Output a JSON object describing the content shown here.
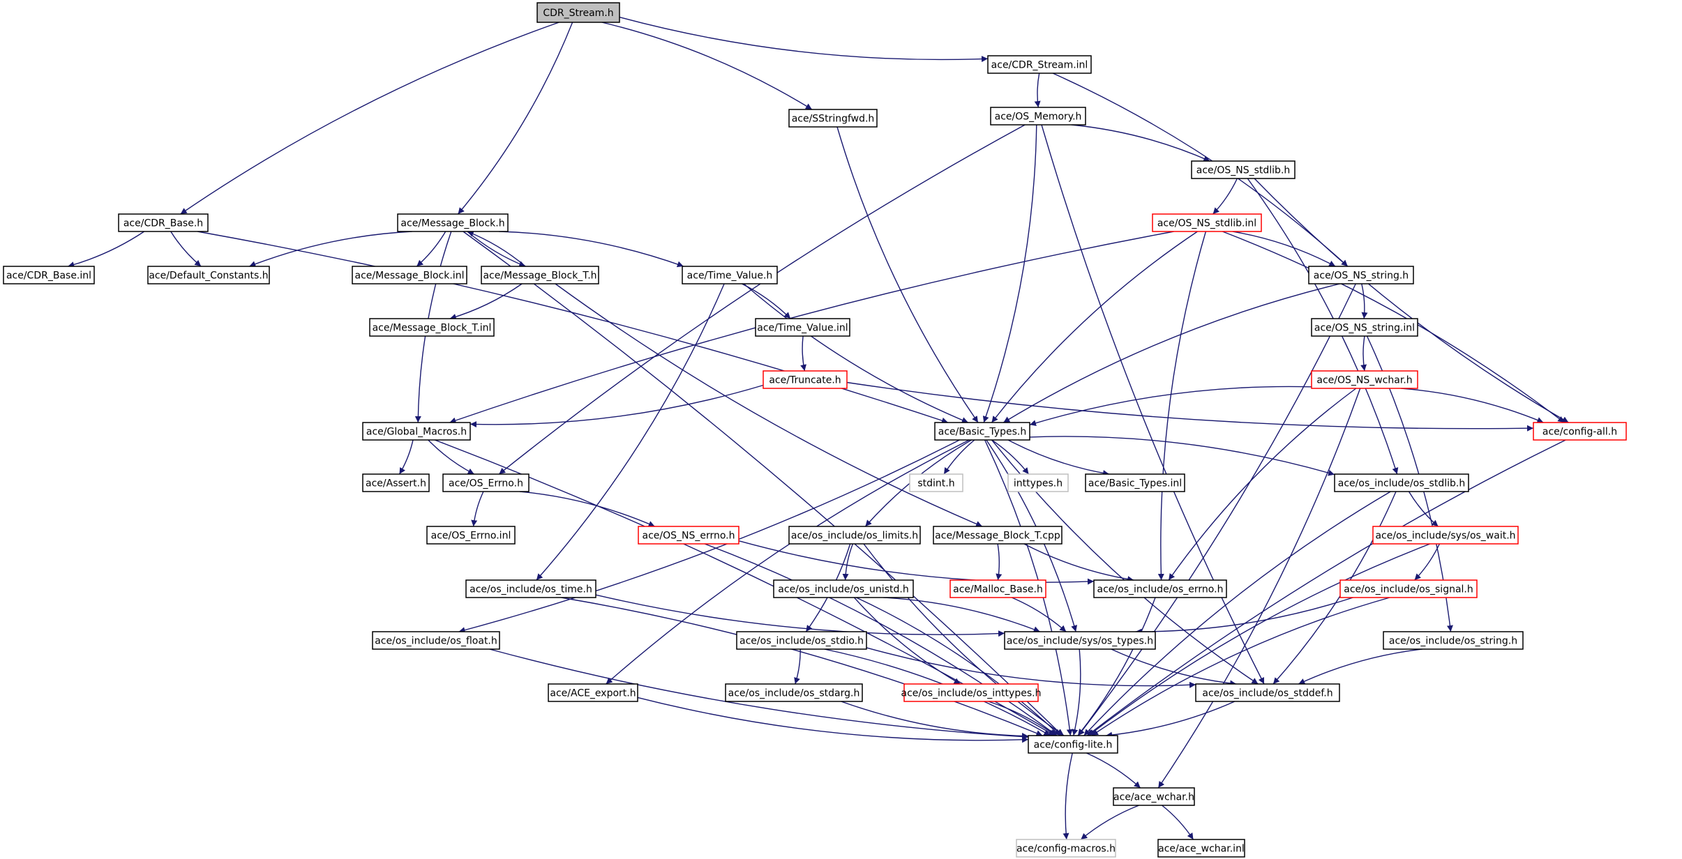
{
  "title": "CDR_Stream.h",
  "colors": {
    "edge": "#191970",
    "border_black": "#000000",
    "border_red": "#ff0000",
    "border_gray": "#bfbfbf",
    "root_fill": "#bfbfbf",
    "node_fill": "#ffffff"
  },
  "nodes": [
    {
      "id": "cdr_stream_h",
      "label": "CDR_Stream.h",
      "style": "root"
    },
    {
      "id": "cdr_stream_inl",
      "label": "ace/CDR_Stream.inl",
      "style": "black"
    },
    {
      "id": "sstringfwd_h",
      "label": "ace/SStringfwd.h",
      "style": "black"
    },
    {
      "id": "os_memory_h",
      "label": "ace/OS_Memory.h",
      "style": "black"
    },
    {
      "id": "os_ns_stdlib_h",
      "label": "ace/OS_NS_stdlib.h",
      "style": "black"
    },
    {
      "id": "cdr_base_h",
      "label": "ace/CDR_Base.h",
      "style": "black"
    },
    {
      "id": "message_block_h",
      "label": "ace/Message_Block.h",
      "style": "black"
    },
    {
      "id": "os_ns_stdlib_inl",
      "label": "ace/OS_NS_stdlib.inl",
      "style": "red"
    },
    {
      "id": "cdr_base_inl",
      "label": "ace/CDR_Base.inl",
      "style": "black"
    },
    {
      "id": "default_constants_h",
      "label": "ace/Default_Constants.h",
      "style": "black"
    },
    {
      "id": "message_block_inl",
      "label": "ace/Message_Block.inl",
      "style": "black"
    },
    {
      "id": "message_block_t_h",
      "label": "ace/Message_Block_T.h",
      "style": "black"
    },
    {
      "id": "time_value_h",
      "label": "ace/Time_Value.h",
      "style": "black"
    },
    {
      "id": "os_ns_string_h",
      "label": "ace/OS_NS_string.h",
      "style": "black"
    },
    {
      "id": "message_block_t_inl",
      "label": "ace/Message_Block_T.inl",
      "style": "black"
    },
    {
      "id": "time_value_inl",
      "label": "ace/Time_Value.inl",
      "style": "black"
    },
    {
      "id": "os_ns_string_inl",
      "label": "ace/OS_NS_string.inl",
      "style": "black"
    },
    {
      "id": "truncate_h",
      "label": "ace/Truncate.h",
      "style": "red"
    },
    {
      "id": "os_ns_wchar_h",
      "label": "ace/OS_NS_wchar.h",
      "style": "red"
    },
    {
      "id": "global_macros_h",
      "label": "ace/Global_Macros.h",
      "style": "black"
    },
    {
      "id": "basic_types_h",
      "label": "ace/Basic_Types.h",
      "style": "black"
    },
    {
      "id": "config_all_h",
      "label": "ace/config-all.h",
      "style": "red"
    },
    {
      "id": "assert_h",
      "label": "ace/Assert.h",
      "style": "black"
    },
    {
      "id": "os_errno_h",
      "label": "ace/OS_Errno.h",
      "style": "black"
    },
    {
      "id": "stdint_h",
      "label": "stdint.h",
      "style": "gray"
    },
    {
      "id": "inttypes_h",
      "label": "inttypes.h",
      "style": "gray"
    },
    {
      "id": "basic_types_inl",
      "label": "ace/Basic_Types.inl",
      "style": "black"
    },
    {
      "id": "os_include_os_stdlib_h",
      "label": "ace/os_include/os_stdlib.h",
      "style": "black"
    },
    {
      "id": "os_errno_inl",
      "label": "ace/OS_Errno.inl",
      "style": "black"
    },
    {
      "id": "os_ns_errno_h",
      "label": "ace/OS_NS_errno.h",
      "style": "red"
    },
    {
      "id": "os_include_os_limits_h",
      "label": "ace/os_include/os_limits.h",
      "style": "black"
    },
    {
      "id": "message_block_t_cpp",
      "label": "ace/Message_Block_T.cpp",
      "style": "black"
    },
    {
      "id": "os_include_sys_os_wait_h",
      "label": "ace/os_include/sys/os_wait.h",
      "style": "red"
    },
    {
      "id": "os_include_os_time_h",
      "label": "ace/os_include/os_time.h",
      "style": "black"
    },
    {
      "id": "os_include_os_unistd_h",
      "label": "ace/os_include/os_unistd.h",
      "style": "black"
    },
    {
      "id": "malloc_base_h",
      "label": "ace/Malloc_Base.h",
      "style": "red"
    },
    {
      "id": "os_include_os_errno_h",
      "label": "ace/os_include/os_errno.h",
      "style": "black"
    },
    {
      "id": "os_include_os_signal_h",
      "label": "ace/os_include/os_signal.h",
      "style": "red"
    },
    {
      "id": "os_include_os_float_h",
      "label": "ace/os_include/os_float.h",
      "style": "black"
    },
    {
      "id": "os_include_os_stdio_h",
      "label": "ace/os_include/os_stdio.h",
      "style": "black"
    },
    {
      "id": "os_include_sys_os_types_h",
      "label": "ace/os_include/sys/os_types.h",
      "style": "black"
    },
    {
      "id": "os_include_os_string_h",
      "label": "ace/os_include/os_string.h",
      "style": "black"
    },
    {
      "id": "ace_export_h",
      "label": "ace/ACE_export.h",
      "style": "black"
    },
    {
      "id": "os_include_os_stdarg_h",
      "label": "ace/os_include/os_stdarg.h",
      "style": "black"
    },
    {
      "id": "os_include_os_inttypes_h",
      "label": "ace/os_include/os_inttypes.h",
      "style": "red"
    },
    {
      "id": "os_include_os_stddef_h",
      "label": "ace/os_include/os_stddef.h",
      "style": "black"
    },
    {
      "id": "config_lite_h",
      "label": "ace/config-lite.h",
      "style": "black"
    },
    {
      "id": "ace_wchar_h",
      "label": "ace/ace_wchar.h",
      "style": "black"
    },
    {
      "id": "config_macros_h",
      "label": "ace/config-macros.h",
      "style": "gray"
    },
    {
      "id": "ace_wchar_inl",
      "label": "ace/ace_wchar.inl",
      "style": "black"
    }
  ],
  "edges": [
    [
      "cdr_stream_h",
      "cdr_stream_inl"
    ],
    [
      "cdr_stream_h",
      "sstringfwd_h"
    ],
    [
      "cdr_stream_h",
      "cdr_base_h"
    ],
    [
      "cdr_stream_h",
      "message_block_h"
    ],
    [
      "cdr_stream_inl",
      "os_memory_h"
    ],
    [
      "cdr_stream_inl",
      "os_ns_string_h"
    ],
    [
      "sstringfwd_h",
      "basic_types_h"
    ],
    [
      "os_memory_h",
      "os_ns_stdlib_h"
    ],
    [
      "os_memory_h",
      "os_errno_h"
    ],
    [
      "os_memory_h",
      "basic_types_h"
    ],
    [
      "os_memory_h",
      "os_include_os_stddef_h"
    ],
    [
      "os_ns_stdlib_h",
      "os_ns_stdlib_inl"
    ],
    [
      "os_ns_stdlib_h",
      "config_all_h"
    ],
    [
      "os_ns_stdlib_h",
      "os_include_os_stdlib_h"
    ],
    [
      "os_ns_stdlib_inl",
      "global_macros_h"
    ],
    [
      "os_ns_stdlib_inl",
      "os_ns_string_h"
    ],
    [
      "os_ns_stdlib_inl",
      "basic_types_h"
    ],
    [
      "os_ns_stdlib_inl",
      "config_all_h"
    ],
    [
      "os_ns_stdlib_inl",
      "os_include_os_errno_h"
    ],
    [
      "cdr_base_h",
      "cdr_base_inl"
    ],
    [
      "cdr_base_h",
      "default_constants_h"
    ],
    [
      "cdr_base_h",
      "basic_types_h"
    ],
    [
      "message_block_h",
      "default_constants_h"
    ],
    [
      "message_block_h",
      "message_block_inl"
    ],
    [
      "message_block_h",
      "message_block_t_h"
    ],
    [
      "message_block_h",
      "time_value_h"
    ],
    [
      "message_block_h",
      "global_macros_h"
    ],
    [
      "message_block_h",
      "config_lite_h"
    ],
    [
      "message_block_t_h",
      "message_block_h"
    ],
    [
      "message_block_t_h",
      "message_block_t_inl"
    ],
    [
      "message_block_t_h",
      "message_block_t_cpp"
    ],
    [
      "time_value_h",
      "time_value_inl"
    ],
    [
      "time_value_h",
      "basic_types_h"
    ],
    [
      "time_value_h",
      "os_include_os_time_h"
    ],
    [
      "time_value_inl",
      "truncate_h"
    ],
    [
      "truncate_h",
      "global_macros_h"
    ],
    [
      "truncate_h",
      "config_all_h"
    ],
    [
      "os_ns_string_h",
      "os_ns_string_inl"
    ],
    [
      "os_ns_string_h",
      "basic_types_h"
    ],
    [
      "os_ns_string_h",
      "config_lite_h"
    ],
    [
      "os_ns_string_inl",
      "os_ns_wchar_h"
    ],
    [
      "os_ns_string_inl",
      "os_include_os_string_h"
    ],
    [
      "os_ns_wchar_h",
      "basic_types_h"
    ],
    [
      "os_ns_wchar_h",
      "config_all_h"
    ],
    [
      "os_ns_wchar_h",
      "os_include_os_errno_h"
    ],
    [
      "os_ns_wchar_h",
      "ace_wchar_h"
    ],
    [
      "config_all_h",
      "config_lite_h"
    ],
    [
      "global_macros_h",
      "assert_h"
    ],
    [
      "global_macros_h",
      "os_errno_h"
    ],
    [
      "global_macros_h",
      "config_lite_h"
    ],
    [
      "os_errno_h",
      "os_errno_inl"
    ],
    [
      "os_errno_h",
      "os_ns_errno_h"
    ],
    [
      "os_ns_errno_h",
      "os_include_os_errno_h"
    ],
    [
      "os_ns_errno_h",
      "config_lite_h"
    ],
    [
      "basic_types_h",
      "stdint_h"
    ],
    [
      "basic_types_h",
      "inttypes_h"
    ],
    [
      "basic_types_h",
      "basic_types_inl"
    ],
    [
      "basic_types_h",
      "os_include_os_stdlib_h"
    ],
    [
      "basic_types_h",
      "os_include_os_limits_h"
    ],
    [
      "basic_types_h",
      "os_include_os_float_h"
    ],
    [
      "basic_types_h",
      "ace_export_h"
    ],
    [
      "basic_types_h",
      "os_include_sys_os_types_h"
    ],
    [
      "basic_types_h",
      "os_include_os_stddef_h"
    ],
    [
      "basic_types_h",
      "config_lite_h"
    ],
    [
      "os_include_os_stdlib_h",
      "os_include_sys_os_wait_h"
    ],
    [
      "os_include_os_stdlib_h",
      "os_include_os_stddef_h"
    ],
    [
      "os_include_os_stdlib_h",
      "config_lite_h"
    ],
    [
      "os_include_sys_os_wait_h",
      "os_include_os_signal_h"
    ],
    [
      "os_include_sys_os_wait_h",
      "config_lite_h"
    ],
    [
      "os_include_os_signal_h",
      "os_include_sys_os_types_h"
    ],
    [
      "os_include_os_signal_h",
      "config_lite_h"
    ],
    [
      "message_block_t_cpp",
      "malloc_base_h"
    ],
    [
      "message_block_t_cpp",
      "os_include_os_errno_h"
    ],
    [
      "malloc_base_h",
      "os_include_sys_os_types_h"
    ],
    [
      "os_include_os_limits_h",
      "os_include_os_unistd_h"
    ],
    [
      "os_include_os_limits_h",
      "os_include_os_stdio_h"
    ],
    [
      "os_include_os_limits_h",
      "config_lite_h"
    ],
    [
      "os_include_os_unistd_h",
      "os_include_sys_os_types_h"
    ],
    [
      "os_include_os_unistd_h",
      "os_include_os_inttypes_h"
    ],
    [
      "os_include_os_unistd_h",
      "config_lite_h"
    ],
    [
      "os_include_os_time_h",
      "os_include_sys_os_types_h"
    ],
    [
      "os_include_os_time_h",
      "config_lite_h"
    ],
    [
      "os_include_os_float_h",
      "config_lite_h"
    ],
    [
      "os_include_os_stdio_h",
      "os_include_os_stdarg_h"
    ],
    [
      "os_include_os_stdio_h",
      "os_include_os_stddef_h"
    ],
    [
      "os_include_os_stdio_h",
      "config_lite_h"
    ],
    [
      "os_include_os_stdarg_h",
      "config_lite_h"
    ],
    [
      "os_include_os_inttypes_h",
      "config_lite_h"
    ],
    [
      "ace_export_h",
      "config_lite_h"
    ],
    [
      "os_include_os_errno_h",
      "config_lite_h"
    ],
    [
      "os_include_sys_os_types_h",
      "os_include_os_stddef_h"
    ],
    [
      "os_include_sys_os_types_h",
      "config_lite_h"
    ],
    [
      "os_include_os_string_h",
      "os_include_os_stddef_h"
    ],
    [
      "os_include_os_stddef_h",
      "config_lite_h"
    ],
    [
      "config_lite_h",
      "config_macros_h"
    ],
    [
      "config_lite_h",
      "ace_wchar_h"
    ],
    [
      "ace_wchar_h",
      "config_macros_h"
    ],
    [
      "ace_wchar_h",
      "ace_wchar_inl"
    ]
  ]
}
